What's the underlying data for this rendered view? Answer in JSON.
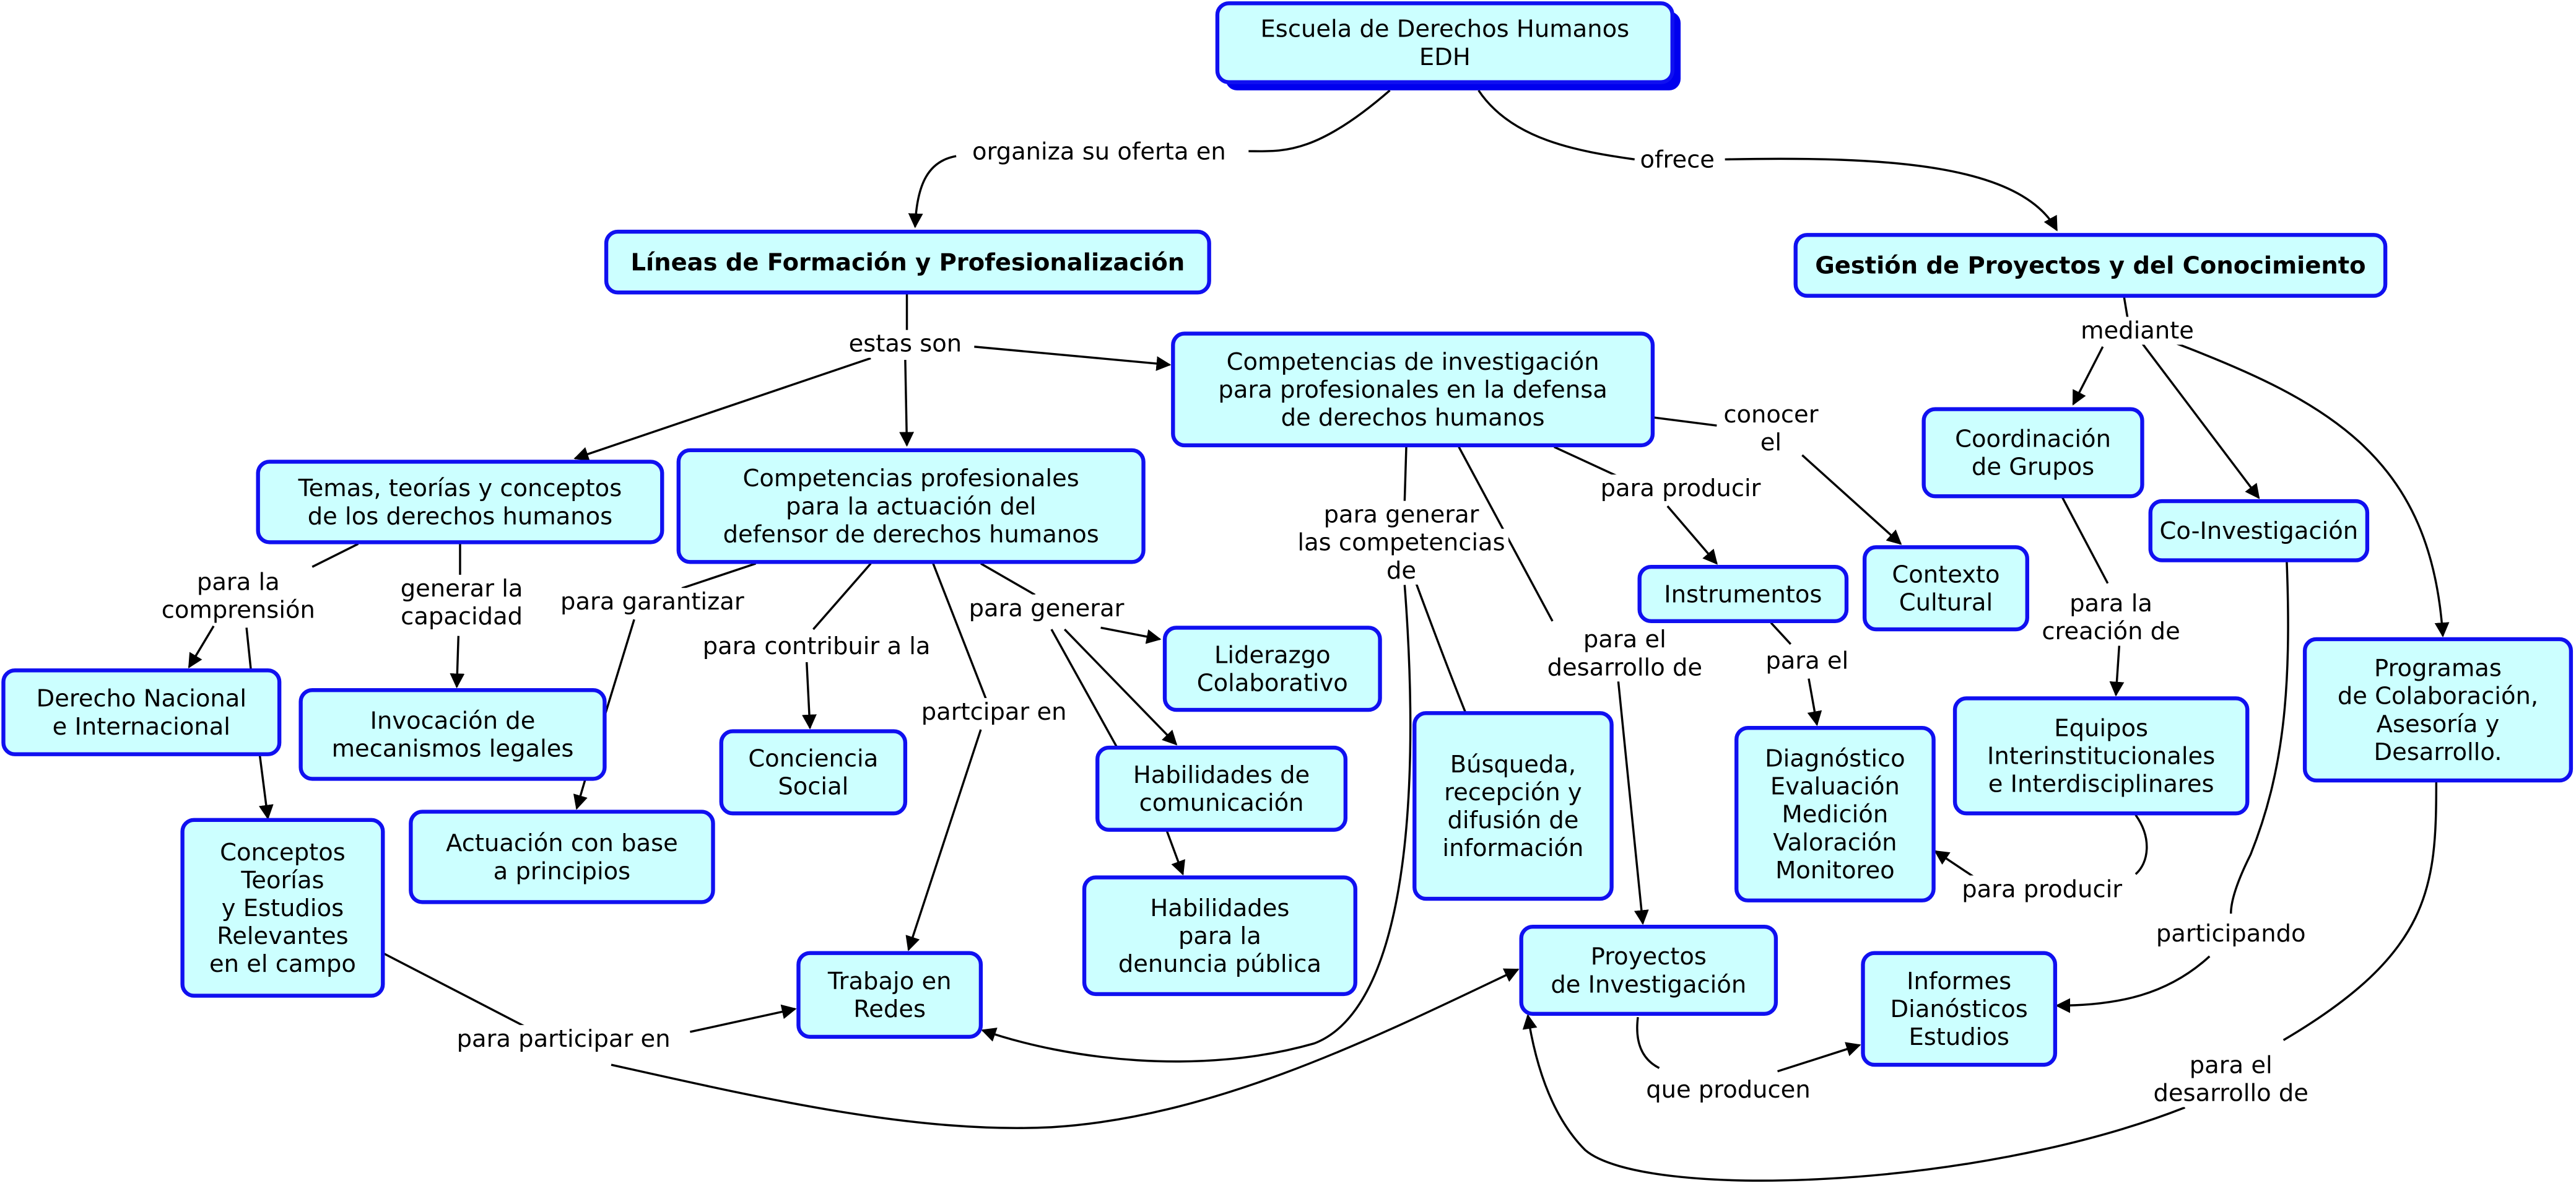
{
  "title": "Escuela de Derechos Humanos EDH",
  "colors": {
    "node_fill": "#ccffff",
    "node_border": "#1010f0",
    "line": "#000000"
  },
  "nodes": [
    {
      "id": "escuela",
      "lines": [
        "Escuela de Derechos Humanos",
        "EDH"
      ]
    },
    {
      "id": "lineas",
      "lines": [
        "Líneas de Formación y Profesionalización"
      ]
    },
    {
      "id": "gestion",
      "lines": [
        "Gestión de Proyectos y del Conocimiento"
      ]
    },
    {
      "id": "comp-inv",
      "lines": [
        "Competencias de investigación",
        "para profesionales en la defensa",
        "de derechos humanos"
      ]
    },
    {
      "id": "temas",
      "lines": [
        "Temas, teorías y conceptos",
        "de los derechos humanos"
      ]
    },
    {
      "id": "comp-prof",
      "lines": [
        "Competencias profesionales",
        "para la actuación del",
        "defensor de derechos humanos"
      ]
    },
    {
      "id": "coordinacion",
      "lines": [
        "Coordinación",
        "de Grupos"
      ]
    },
    {
      "id": "co-investigacion",
      "lines": [
        "Co-Investigación"
      ]
    },
    {
      "id": "programas",
      "lines": [
        "Programas",
        "de Colaboración,",
        "Asesoría y",
        "Desarrollo."
      ]
    },
    {
      "id": "instrumentos",
      "lines": [
        "Instrumentos"
      ]
    },
    {
      "id": "contexto",
      "lines": [
        "Contexto",
        "Cultural"
      ]
    },
    {
      "id": "derecho",
      "lines": [
        "Derecho Nacional",
        "e Internacional"
      ]
    },
    {
      "id": "invocacion",
      "lines": [
        "Invocación de",
        "mecanismos legales"
      ]
    },
    {
      "id": "liderazgo",
      "lines": [
        "Liderazgo",
        "Colaborativo"
      ]
    },
    {
      "id": "conciencia",
      "lines": [
        "Conciencia",
        "Social"
      ]
    },
    {
      "id": "hab-com",
      "lines": [
        "Habilidades de",
        "comunicación"
      ]
    },
    {
      "id": "actuacion",
      "lines": [
        "Actuación con base",
        "a principios"
      ]
    },
    {
      "id": "busqueda",
      "lines": [
        "Búsqueda,",
        "recepción y",
        "difusión de",
        "información"
      ]
    },
    {
      "id": "diagnostico",
      "lines": [
        "Diagnóstico",
        "Evaluación",
        "Medición",
        "Valoración",
        "Monitoreo"
      ]
    },
    {
      "id": "equipos",
      "lines": [
        "Equipos",
        "Interinstitucionales",
        "e Interdisciplinares"
      ]
    },
    {
      "id": "conceptos",
      "lines": [
        "Conceptos",
        "Teorías",
        "y Estudios",
        "Relevantes",
        "en el campo"
      ]
    },
    {
      "id": "hab-denuncia",
      "lines": [
        "Habilidades",
        "para la",
        "denuncia pública"
      ]
    },
    {
      "id": "trabajo",
      "lines": [
        "Trabajo en",
        "Redes"
      ]
    },
    {
      "id": "proyectos",
      "lines": [
        "Proyectos",
        "de Investigación"
      ]
    },
    {
      "id": "informes",
      "lines": [
        "Informes",
        "Dianósticos",
        "Estudios"
      ]
    }
  ],
  "links": [
    {
      "id": "organiza",
      "lines": [
        "organiza su oferta en"
      ]
    },
    {
      "id": "ofrece",
      "lines": [
        "ofrece"
      ]
    },
    {
      "id": "estas-son",
      "lines": [
        "estas son"
      ]
    },
    {
      "id": "mediante",
      "lines": [
        "mediante"
      ]
    },
    {
      "id": "conocer",
      "lines": [
        "conocer",
        "el"
      ]
    },
    {
      "id": "para-generar-comp",
      "lines": [
        "para generar",
        "las competencias",
        "de"
      ]
    },
    {
      "id": "para-producir-1",
      "lines": [
        "para producir"
      ]
    },
    {
      "id": "para-la-comprension",
      "lines": [
        "para la",
        "comprensión"
      ]
    },
    {
      "id": "generar-capacidad",
      "lines": [
        "generar la",
        "capacidad"
      ]
    },
    {
      "id": "para-garantizar",
      "lines": [
        "para garantizar"
      ]
    },
    {
      "id": "para-contribuir",
      "lines": [
        "para contribuir a la"
      ]
    },
    {
      "id": "para-generar",
      "lines": [
        "para generar"
      ]
    },
    {
      "id": "partcipar-en",
      "lines": [
        "partcipar en"
      ]
    },
    {
      "id": "para-el-desarrollo-1",
      "lines": [
        "para el",
        "desarrollo de"
      ]
    },
    {
      "id": "para-el",
      "lines": [
        "para el"
      ]
    },
    {
      "id": "para-la-creacion",
      "lines": [
        "para la",
        "creación de"
      ]
    },
    {
      "id": "para-producir-2",
      "lines": [
        "para producir"
      ]
    },
    {
      "id": "participando",
      "lines": [
        "participando"
      ]
    },
    {
      "id": "para-participar-en",
      "lines": [
        "para participar en"
      ]
    },
    {
      "id": "que-producen",
      "lines": [
        "que producen"
      ]
    },
    {
      "id": "para-el-desarrollo-2",
      "lines": [
        "para el",
        "desarrollo de"
      ]
    }
  ]
}
